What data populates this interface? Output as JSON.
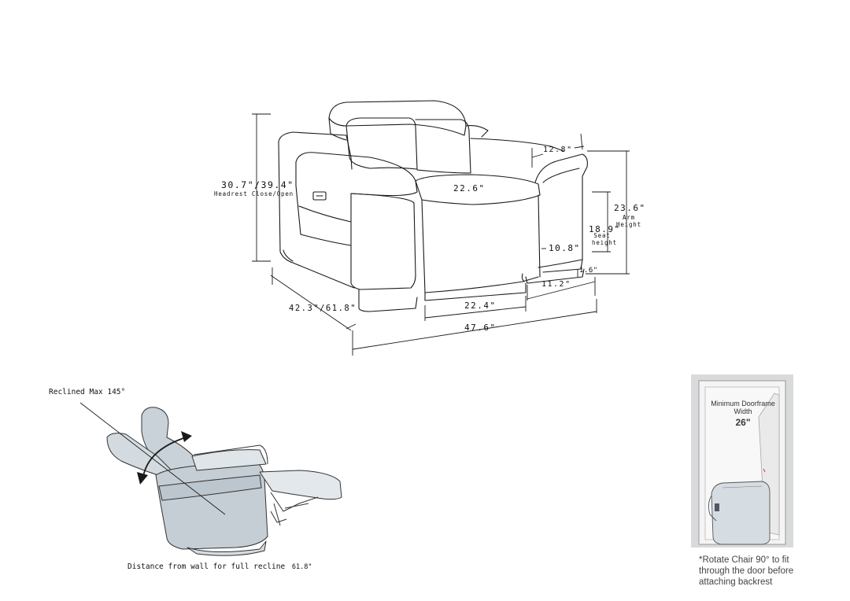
{
  "chair": {
    "headrest_width": "12.8\"",
    "height_total": "30.7\"/39.4\"",
    "height_total_note": "Headrest Close/Open",
    "seat_width_top": "22.6\"",
    "arm_height": "23.6\"",
    "arm_height_label": "Arm Height",
    "seat_height": "18.9\"",
    "seat_height_label": "Seat height",
    "arm_offset": "10.8\"",
    "base_height": "1.6\"",
    "arm_width": "11.2\"",
    "depth": "42.3\"/61.8\"",
    "seat_width": "22.4\"",
    "overall_width": "47.6\""
  },
  "recline": {
    "label": "Reclined Max 145°",
    "distance_label": "Distance from wall for full recline",
    "distance_value": "61.8\""
  },
  "door": {
    "title": "Minimum Doorframe Width",
    "width_value": "26\"",
    "note": "*Rotate Chair 90° to fit through the door before attaching backrest"
  },
  "colors": {
    "line": "#1a1a1a",
    "chair_fill": "#c9d2d8",
    "door_wall": "#d9dadb",
    "door_frame": "#f4f4f4"
  }
}
